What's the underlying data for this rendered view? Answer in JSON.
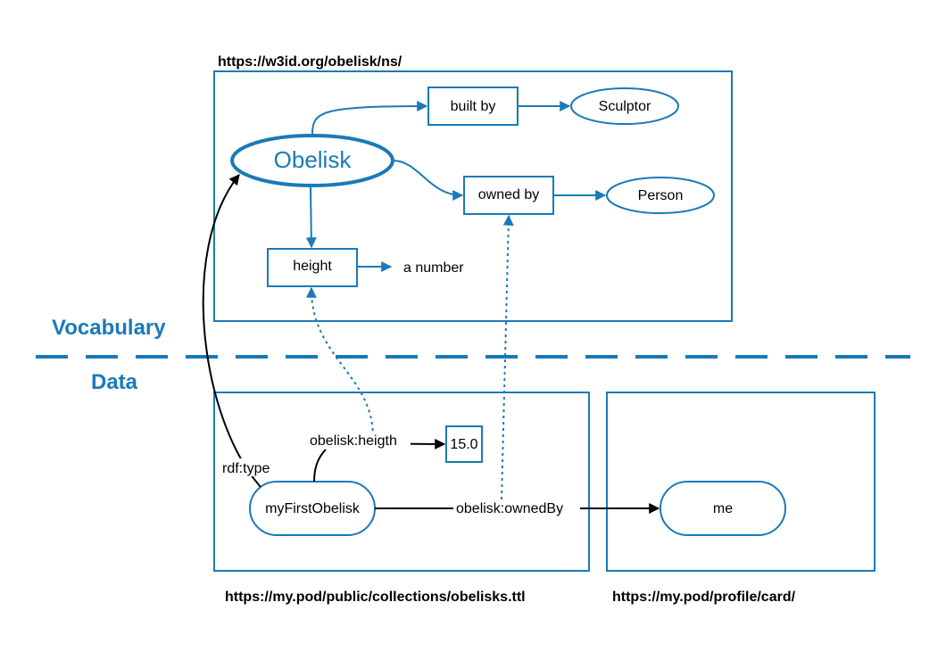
{
  "vocabulary": {
    "namespace_url": "https://w3id.org/obelisk/ns/",
    "class_obelisk": "Obelisk",
    "prop_built_by": "built by",
    "class_sculptor": "Sculptor",
    "prop_owned_by": "owned by",
    "class_person": "Person",
    "prop_height": "height",
    "range_number": "a number"
  },
  "sections": {
    "vocabulary": "Vocabulary",
    "data": "Data"
  },
  "data": {
    "collection_url": "https://my.pod/public/collections/obelisks.ttl",
    "profile_url": "https://my.pod/profile/card/",
    "instance": "myFirstObelisk",
    "rdf_type": "rdf:type",
    "height_pred": "obelisk:heigth",
    "height_value": "15.0",
    "owned_pred": "obelisk:ownedBy",
    "owner": "me"
  },
  "colors": {
    "blue": "#1a7ab8",
    "black": "#000000"
  }
}
